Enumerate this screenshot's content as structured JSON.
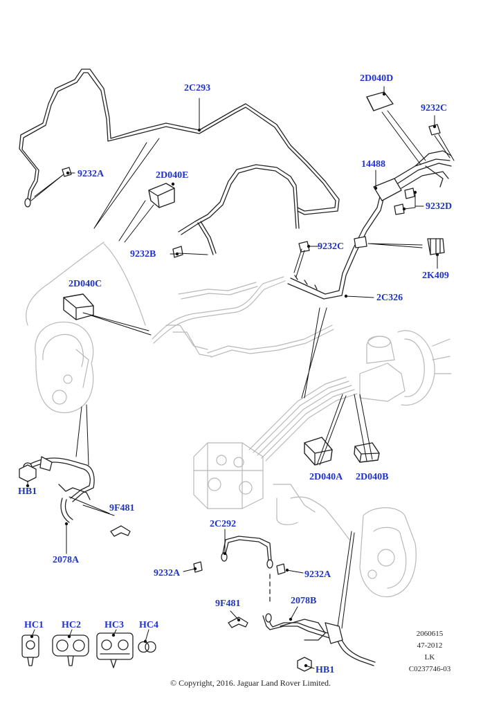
{
  "labels": {
    "c2C293": "2C293",
    "d2D040D": "2D040D",
    "p9232C_top": "9232C",
    "p9232A_top": "9232A",
    "d2D040E": "2D040E",
    "p14488": "14488",
    "p9232D": "9232D",
    "p9232B": "9232B",
    "p9232C_mid": "9232C",
    "k2K409": "2K409",
    "d2D040C": "2D040C",
    "c2C326": "2C326",
    "d2D040A": "2D040A",
    "d2D040B": "2D040B",
    "hb1_left": "HB1",
    "f9F481_left": "9F481",
    "h2078A": "2078A",
    "c2C292": "2C292",
    "p9232A_botL": "9232A",
    "p9232A_botR": "9232A",
    "f9F481_bot": "9F481",
    "h2078B": "2078B",
    "hc1": "HC1",
    "hc2": "HC2",
    "hc3": "HC3",
    "hc4": "HC4",
    "hb1_bot": "HB1"
  },
  "reference": {
    "line1": "2060615",
    "line2": "47-2012",
    "line3": "LK",
    "line4": "C0237746-03"
  },
  "copyright": "© Copyright, 2016. Jaguar Land Rover Limited.",
  "colors": {
    "label": "#1f33c9",
    "line": "#111111",
    "ghost": "#b5b5b5"
  }
}
